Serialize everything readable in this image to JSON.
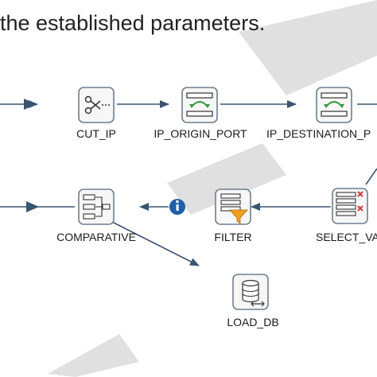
{
  "caption": "the established parameters.",
  "nodes": {
    "cut_ip": {
      "label": "CUT_IP",
      "icon": "scissors-icon"
    },
    "ip_origin_port": {
      "label": "IP_ORIGIN_PORT",
      "icon": "map-arrows-icon"
    },
    "ip_destination_port": {
      "label": "IP_DESTINATION_P",
      "icon": "map-arrows-icon"
    },
    "select_values": {
      "label": "SELECT_VA",
      "icon": "select-values-icon"
    },
    "filter": {
      "label": "FILTER",
      "icon": "filter-icon"
    },
    "comparative": {
      "label": "COMPARATIVE",
      "icon": "merge-icon"
    },
    "load_db": {
      "label": "LOAD_DB",
      "icon": "database-icon"
    }
  },
  "hop_info_icon": "info-icon",
  "colors": {
    "hop": "#3a5570",
    "node_border": "#6f7f8f",
    "node_fill": "#f7f7f7",
    "info": "#1f5fa8",
    "green": "#2f9a3a",
    "red": "#d33a3a",
    "orange": "#f0a020"
  }
}
